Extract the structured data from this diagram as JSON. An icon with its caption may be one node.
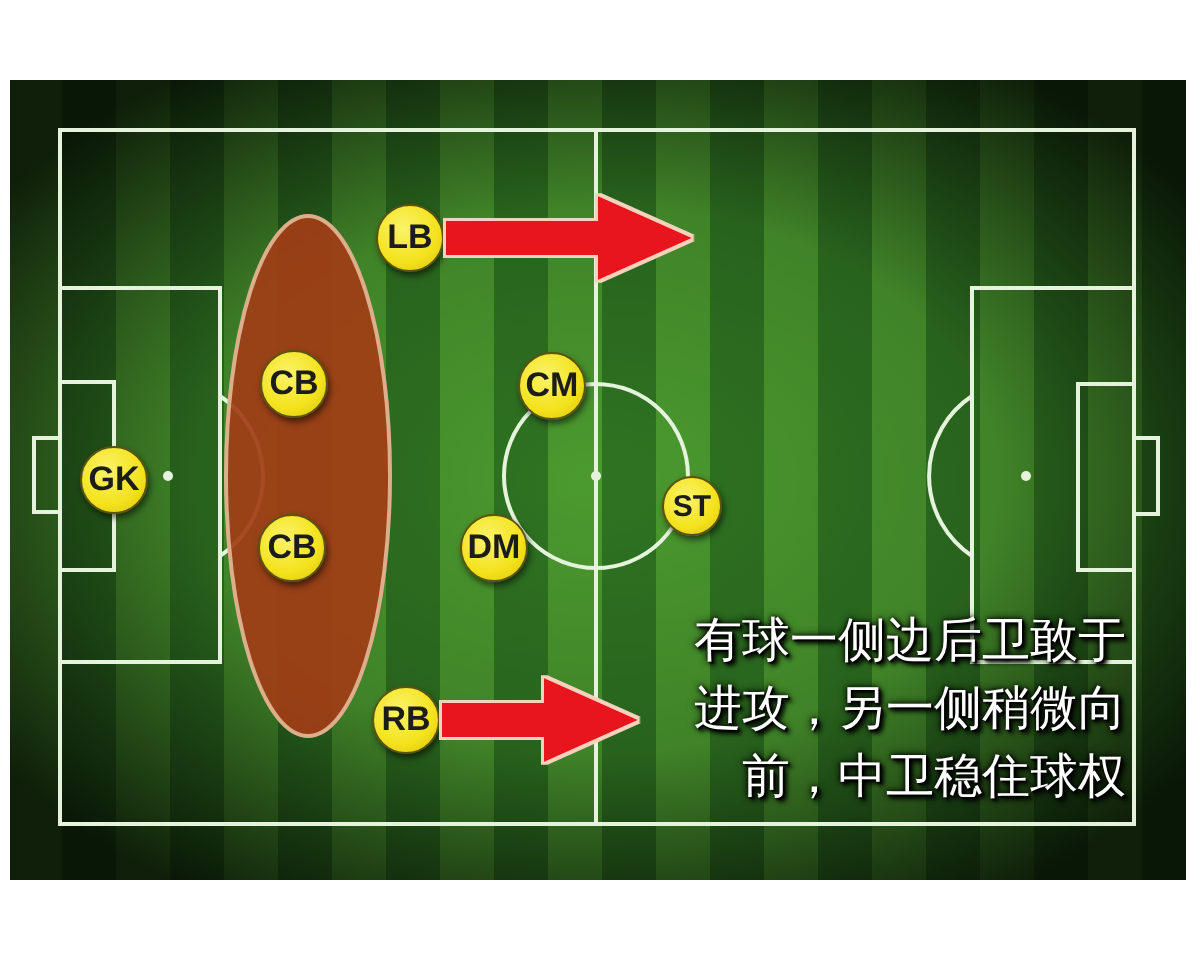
{
  "diagram": {
    "nodes": [
      {
        "text": [
          "LB"
        ]
      },
      {
        "text": [
          "CB"
        ]
      },
      {
        "text": [
          "CM"
        ]
      },
      {
        "text": [
          "GK"
        ]
      },
      {
        "text": [
          "ST"
        ]
      },
      {
        "text": [
          "CB"
        ]
      },
      {
        "text": [
          "DM"
        ]
      },
      {
        "text": [
          "RB"
        ]
      }
    ],
    "edges": [
      {
        "from": 0,
        "to": null,
        "arrow": "to"
      },
      {
        "from": 7,
        "to": null,
        "arrow": "to"
      }
    ],
    "labels": [
      "有球一侧边后卫敢于进攻，另一侧稍微向前，中卫稳住球权"
    ]
  }
}
